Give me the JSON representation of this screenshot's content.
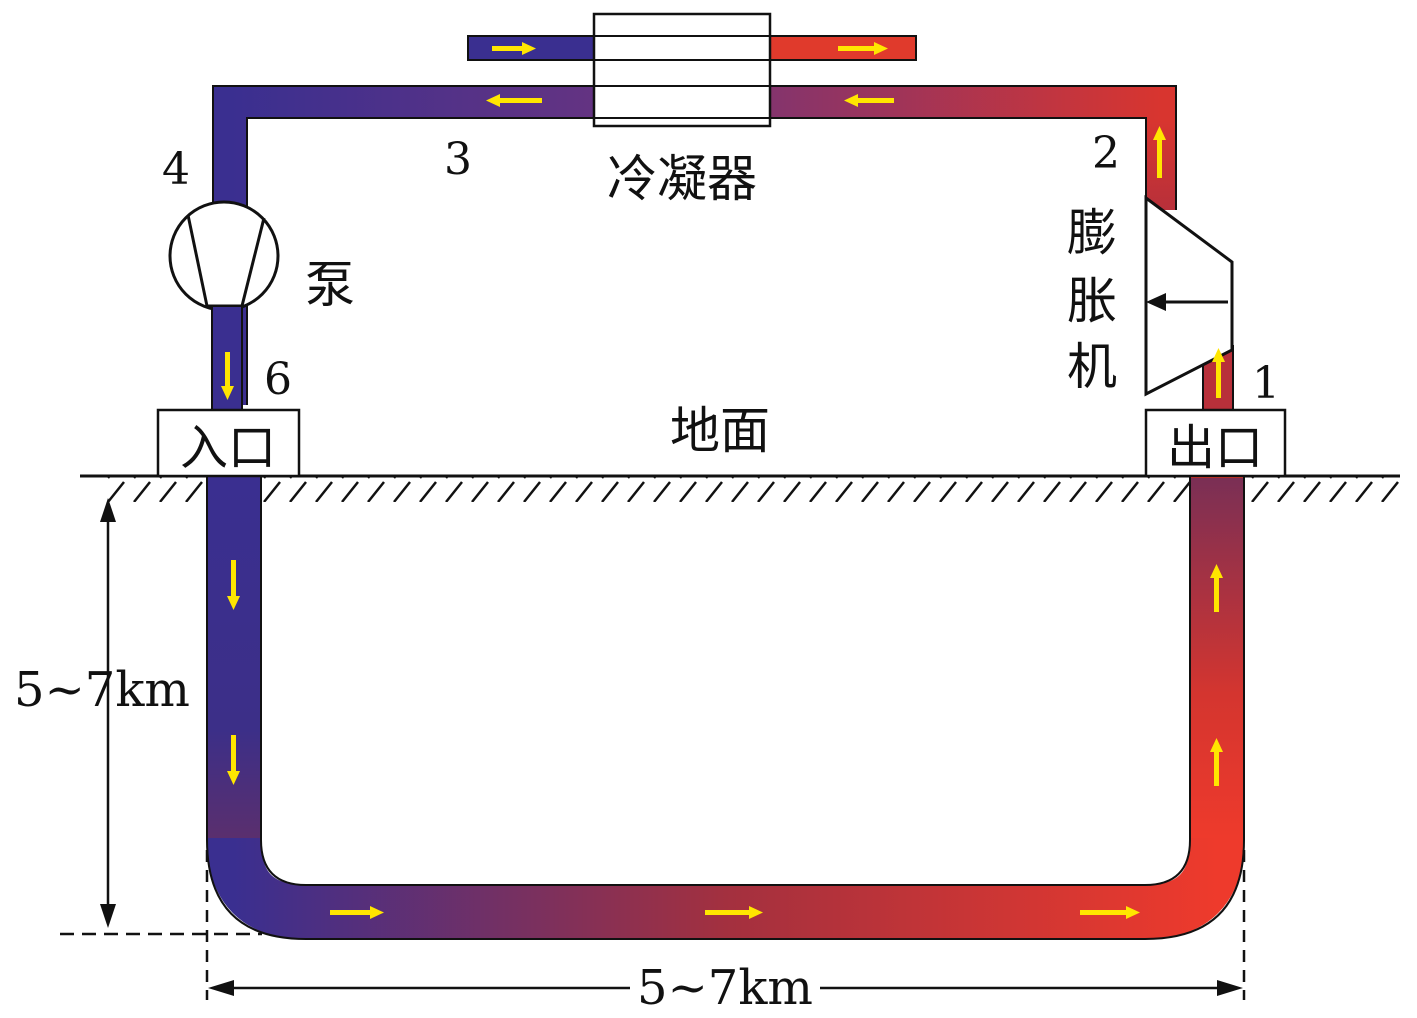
{
  "labels": {
    "condenser": "冷凝器",
    "pump": "泵",
    "expander_1": "膨",
    "expander_2": "胀",
    "expander_3": "机",
    "ground": "地面",
    "inlet": "入口",
    "outlet": "出口",
    "depth": "5~7km",
    "length": "5~7km"
  },
  "points": {
    "p1": "1",
    "p2": "2",
    "p3": "3",
    "p4": "4",
    "p6": "6"
  },
  "colors": {
    "cold": "#2f2f8f",
    "hot": "#e8382d",
    "arrow": "#ffe600",
    "line": "#111111"
  }
}
